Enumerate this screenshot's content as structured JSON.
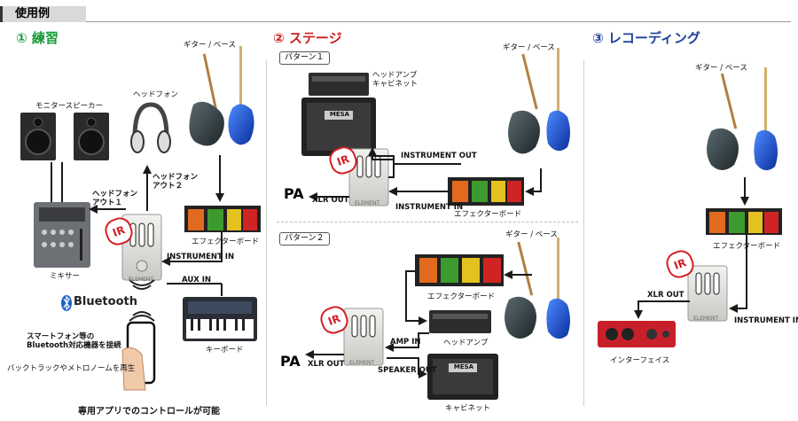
{
  "header": {
    "title": "使用例"
  },
  "sections": {
    "practice": {
      "title": "① 練習"
    },
    "stage": {
      "title": "② ステージ"
    },
    "recording": {
      "title": "③ レコーディング"
    }
  },
  "practice": {
    "monitor_speaker": "モニタースピーカー",
    "headphones": "ヘッドフォン",
    "guitar_bass": "ギター / ベース",
    "headphone_out1": "ヘッドフォン\nアウト１",
    "headphone_out2": "ヘッドフォン\nアウト２",
    "effector_board": "エフェクターボード",
    "instrument_in": "INSTRUMENT IN",
    "aux_in": "AUX IN",
    "mixer": "ミキサー",
    "keyboard": "キーボード",
    "bluetooth": "Bluetooth",
    "connect_note": "スマートフォン等の\nBluetooth対応機器を接続",
    "backing_note": "バックトラックやメトロノームを再生",
    "app_note": "専用アプリでのコントロールが可能"
  },
  "stage": {
    "pattern1": "パターン１",
    "pattern2": "パターン２",
    "head_amp_cab": "ヘッドアンプ\nキャビネット",
    "guitar_bass1": "ギター / ベース",
    "instrument_out": "INSTRUMENT OUT",
    "pa1": "PA",
    "xlr_out1": "XLR OUT",
    "instrument_in": "INSTRUMENT IN",
    "effector_board1": "エフェクターボード",
    "guitar_bass2": "ギター / ベース",
    "effector_board2": "エフェクターボード",
    "amp_in": "AMP IN",
    "head_amp": "ヘッドアンプ",
    "pa2": "PA",
    "xlr_out2": "XLR OUT",
    "speaker_out": "SPEAKER OUT",
    "cabinet": "キャビネット",
    "mesa": "MESA"
  },
  "recording": {
    "guitar_bass": "ギター / ベース",
    "effector_board": "エフェクターボード",
    "xlr_out": "XLR OUT",
    "instrument_in": "INSTRUMENT IN",
    "interface": "インターフェイス"
  },
  "device": {
    "ir_badge": "IR",
    "brand": "ELEMENT"
  },
  "colors": {
    "practice": "#1a9a3a",
    "stage": "#d01c1c",
    "recording": "#1d3f9a",
    "ir_badge": "#d21f26"
  }
}
